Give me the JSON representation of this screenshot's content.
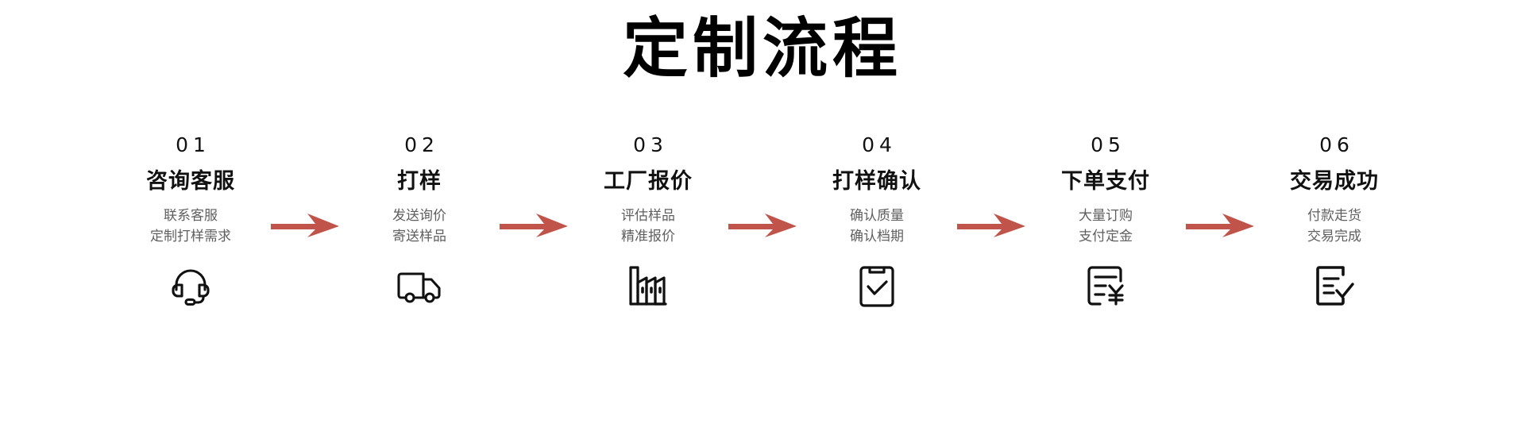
{
  "page": {
    "title": "定制流程",
    "background_color": "#ffffff",
    "text_color": "#111111",
    "muted_text_color": "#5f5f5f",
    "arrow_color": "#c0544b"
  },
  "steps": [
    {
      "number": "01",
      "name": "咨询客服",
      "desc_line1": "联系客服",
      "desc_line2": "定制打样需求",
      "icon": "headset-icon"
    },
    {
      "number": "02",
      "name": "打样",
      "desc_line1": "发送询价",
      "desc_line2": "寄送样品",
      "icon": "truck-icon"
    },
    {
      "number": "03",
      "name": "工厂报价",
      "desc_line1": "评估样品",
      "desc_line2": "精准报价",
      "icon": "factory-icon"
    },
    {
      "number": "04",
      "name": "打样确认",
      "desc_line1": "确认质量",
      "desc_line2": "确认档期",
      "icon": "clipboard-check-icon"
    },
    {
      "number": "05",
      "name": "下单支付",
      "desc_line1": "大量订购",
      "desc_line2": "支付定金",
      "icon": "invoice-yuan-icon"
    },
    {
      "number": "06",
      "name": "交易成功",
      "desc_line1": "付款走货",
      "desc_line2": "交易完成",
      "icon": "document-check-icon"
    }
  ],
  "connectors": [
    {
      "label": "arrow-right"
    },
    {
      "label": "arrow-right"
    },
    {
      "label": "arrow-right"
    },
    {
      "label": "arrow-right"
    },
    {
      "label": "arrow-right"
    }
  ]
}
